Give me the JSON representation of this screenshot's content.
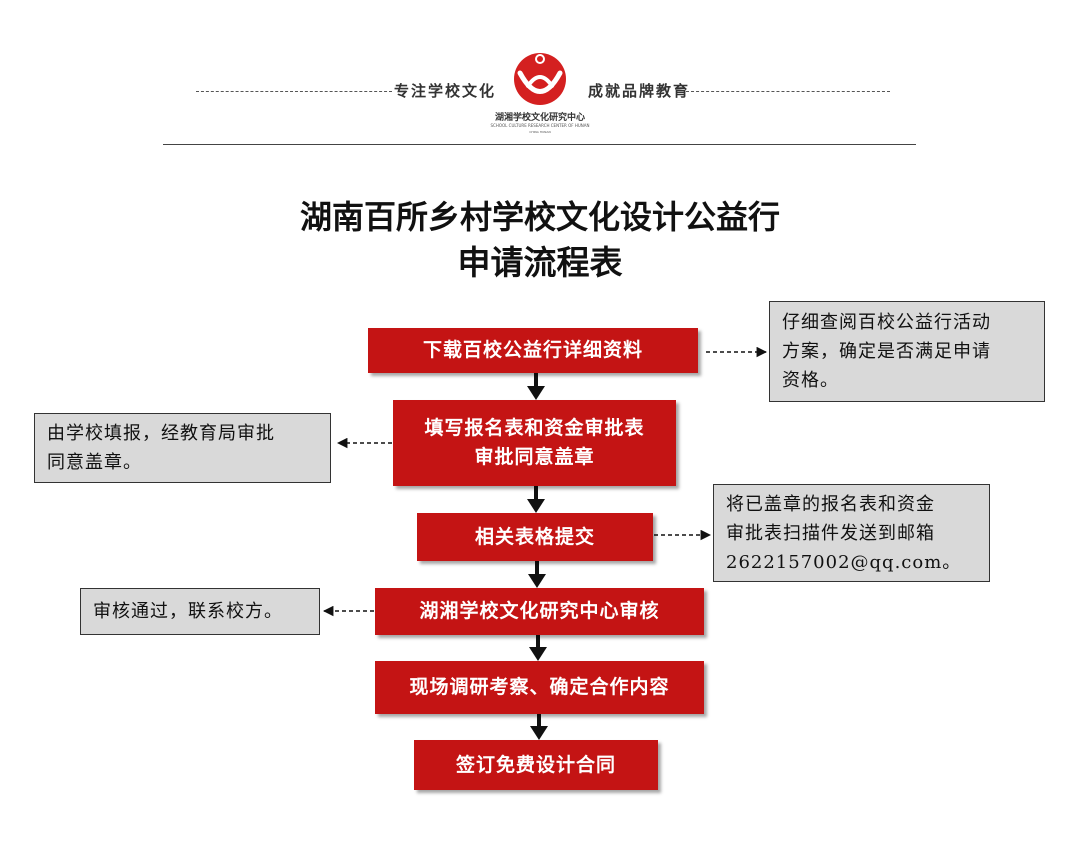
{
  "header": {
    "slogan_left": "专注学校文化",
    "slogan_right": "成就品牌教育",
    "logo_name_cn": "湖湘学校文化研究中心",
    "logo_name_en": "SCHOOL CULTURE RESEARCH CENTER OF HUNAN",
    "logo_location": "CHINA HUNAN",
    "logo_color": "#d42020"
  },
  "title": {
    "line1": "湖南百所乡村学校文化设计公益行",
    "line2": "申请流程表"
  },
  "steps": [
    {
      "label": "下载百校公益行详细资料"
    },
    {
      "line1": "填写报名表和资金审批表",
      "line2": "审批同意盖章"
    },
    {
      "label": "相关表格提交"
    },
    {
      "label": "湖湘学校文化研究中心审核"
    },
    {
      "label": "现场调研考察、确定合作内容"
    },
    {
      "label": "签订免费设计合同"
    }
  ],
  "notes": {
    "download": {
      "line1": "仔细查阅百校公益行活动",
      "line2": "方案，确定是否满足申请",
      "line3": "资格。"
    },
    "fill": {
      "line1": "由学校填报，经教育局审批",
      "line2": "同意盖章。"
    },
    "submit": {
      "line1": "将已盖章的报名表和资金",
      "line2": "审批表扫描件发送到邮箱",
      "line3": "2622157002@qq.com。"
    },
    "review": {
      "label": "审核通过，联系校方。"
    }
  },
  "colors": {
    "step_fill": "#c41414",
    "note_fill": "#d9d9d9",
    "arrow": "#111111"
  }
}
